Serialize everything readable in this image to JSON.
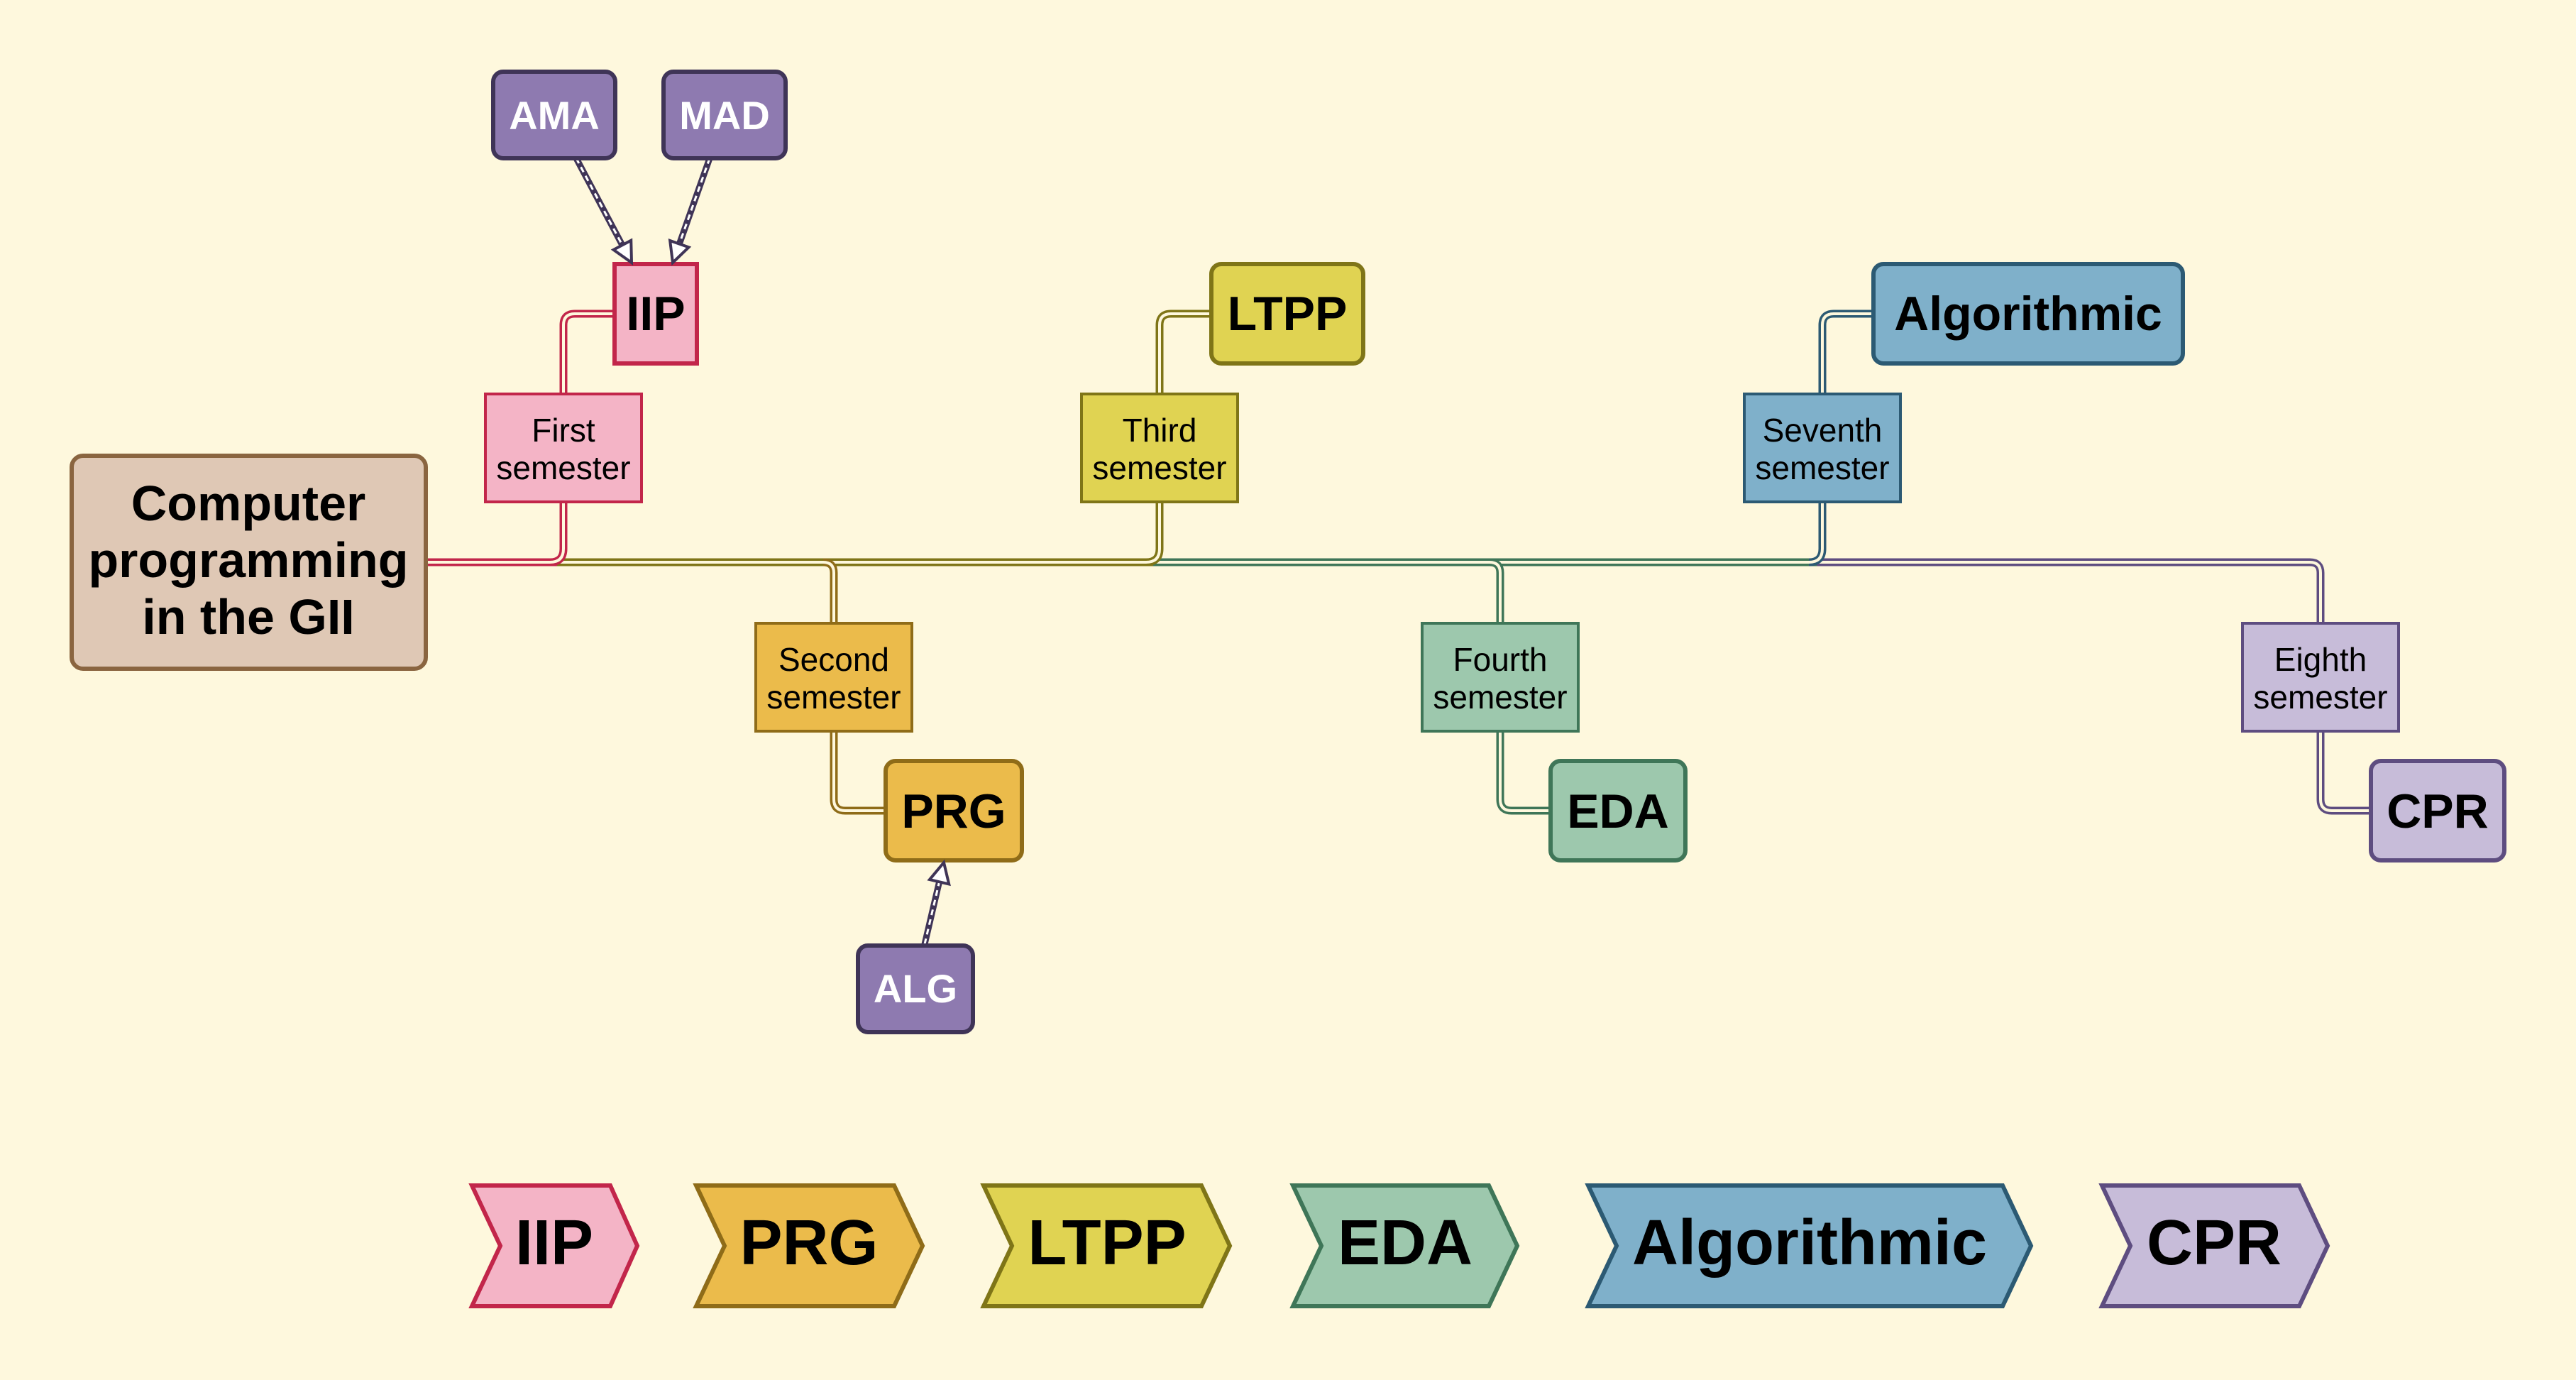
{
  "colors": {
    "background": "#fef8dd",
    "root": {
      "fill": "#dfc8b5",
      "stroke": "#8a6540"
    },
    "iip": {
      "fill": "#f4b4c6",
      "stroke": "#c2264a"
    },
    "prg": {
      "fill": "#ebbb4b",
      "stroke": "#8f6c18"
    },
    "ltpp": {
      "fill": "#e0d352",
      "stroke": "#7f7517"
    },
    "eda": {
      "fill": "#9dc8ad",
      "stroke": "#3f7658"
    },
    "algorithmic": {
      "fill": "#7fb0ca",
      "stroke": "#2c5a73"
    },
    "cpr": {
      "fill": "#c7bcd9",
      "stroke": "#5e4d80"
    },
    "prereq": {
      "fill": "#8e7ab0",
      "stroke": "#3f3457"
    }
  },
  "root": {
    "lines": [
      "Computer",
      "programming",
      "in the GII"
    ]
  },
  "semesters": [
    {
      "id": "first",
      "lines": [
        "First",
        "semester"
      ],
      "course": "IIP",
      "color": "iip"
    },
    {
      "id": "second",
      "lines": [
        "Second",
        "semester"
      ],
      "course": "PRG",
      "color": "prg"
    },
    {
      "id": "third",
      "lines": [
        "Third",
        "semester"
      ],
      "course": "LTPP",
      "color": "ltpp"
    },
    {
      "id": "fourth",
      "lines": [
        "Fourth",
        "semester"
      ],
      "course": "EDA",
      "color": "eda"
    },
    {
      "id": "seventh",
      "lines": [
        "Seventh",
        "semester"
      ],
      "course": "Algorithmic",
      "color": "algorithmic"
    },
    {
      "id": "eighth",
      "lines": [
        "Eighth",
        "semester"
      ],
      "course": "CPR",
      "color": "cpr"
    }
  ],
  "prerequisites": [
    {
      "label": "AMA",
      "target": "IIP"
    },
    {
      "label": "MAD",
      "target": "IIP"
    },
    {
      "label": "ALG",
      "target": "PRG"
    }
  ],
  "legend": [
    {
      "label": "IIP",
      "color": "iip"
    },
    {
      "label": "PRG",
      "color": "prg"
    },
    {
      "label": "LTPP",
      "color": "ltpp"
    },
    {
      "label": "EDA",
      "color": "eda"
    },
    {
      "label": "Algorithmic",
      "color": "algorithmic"
    },
    {
      "label": "CPR",
      "color": "cpr"
    }
  ]
}
